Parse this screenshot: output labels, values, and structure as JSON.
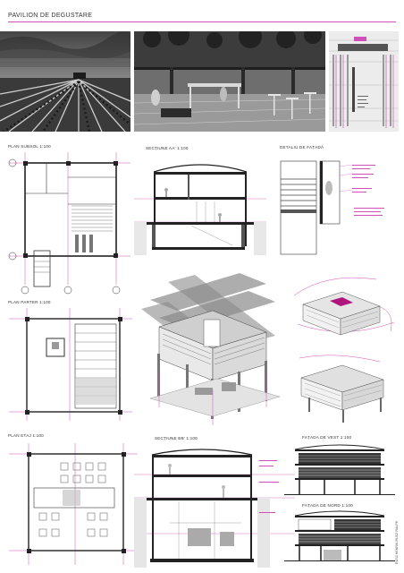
{
  "page": {
    "title": "PAVILION DE DEGUSTARE",
    "author": "RUSZ HENRIK-RUSZ RALPH"
  },
  "labels": {
    "plan_subsol": "PLAN SUBSOL 1:100",
    "sectiune_aa": "SECȚIUNE AA' 1:100",
    "detaliu_fatada": "DETALIU DE FAȚADĂ",
    "plan_parter": "PLAN PARTER 1:100",
    "plan_etaj": "PLAN ETAJ 1:100",
    "sectiune_bb": "SECȚIUNE BB' 1:100",
    "fatada_vest": "FAȚADA DE VEST 1:100",
    "fatada_nord": "FAȚADA DE NORD 1:100"
  },
  "colors": {
    "accent": "#d04fb8",
    "line": "#333333",
    "grey": "#9a9a9a",
    "light": "#d6d6d6"
  }
}
